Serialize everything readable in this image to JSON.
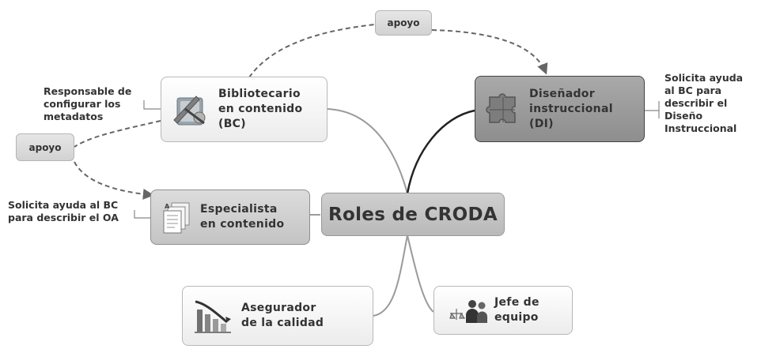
{
  "central": {
    "label": "Roles de CRODA"
  },
  "nodes": {
    "bibliotecario": {
      "label": "Bibliotecario\nen contenido\n(BC)",
      "icon": "tools-book-icon"
    },
    "disenador": {
      "label": "Diseñador\ninstruccional\n(DI)",
      "icon": "puzzle-pieces-icon"
    },
    "especialista": {
      "label": "Especialista\nen contenido",
      "icon": "documents-icon"
    },
    "asegurador": {
      "label": "Asegurador\nde la calidad",
      "icon": "declining-bar-chart-icon"
    },
    "jefe": {
      "label": "Jefe de\nequipo",
      "icon": "team-scales-icon"
    }
  },
  "relations": {
    "apoyo_top": "apoyo",
    "apoyo_left": "apoyo"
  },
  "notes": {
    "bibliotecario": "Responsable de\nconfigurar los\nmetadatos",
    "disenador": "Solicita ayuda\nal BC para\ndescribir el\nDiseño\nInstruccional",
    "especialista": "Solicita ayuda al BC\npara describir el OA"
  }
}
